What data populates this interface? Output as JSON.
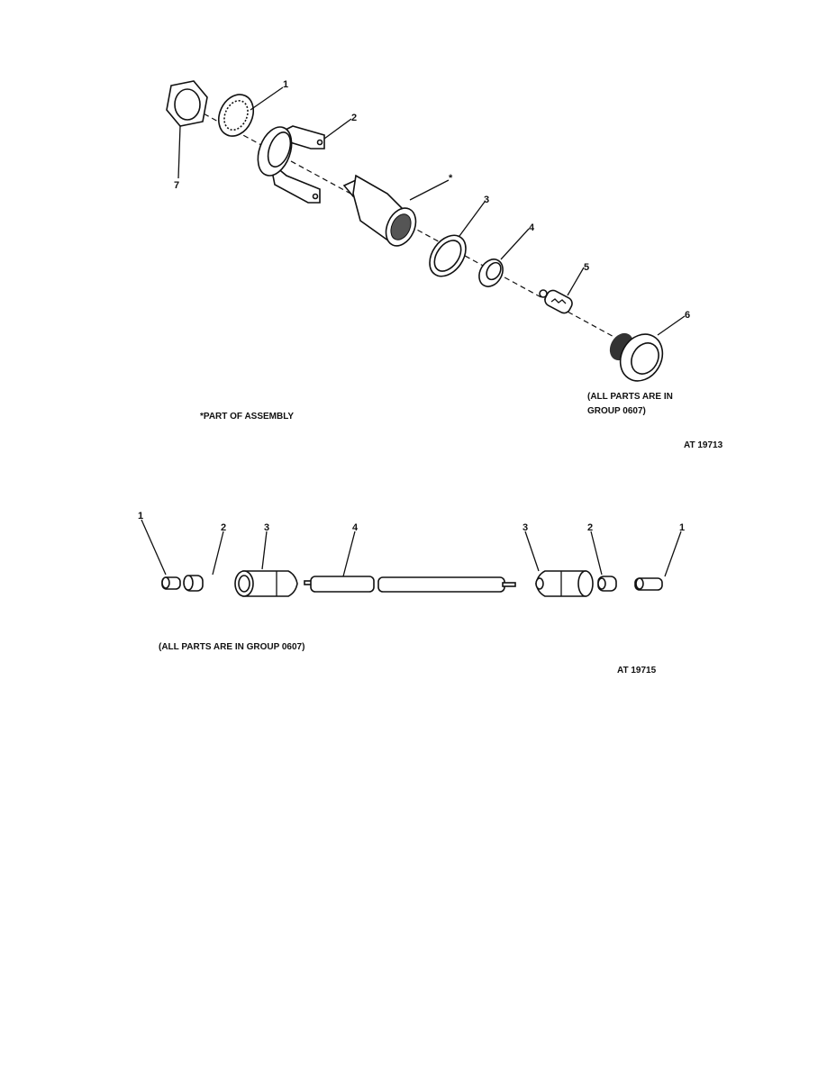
{
  "figure_top": {
    "callouts": {
      "c1": "1",
      "c2": "2",
      "c3": "3",
      "c4": "4",
      "c5": "5",
      "c6": "6",
      "c7": "7",
      "star": "*"
    },
    "note_assembly": "*PART OF ASSEMBLY",
    "note_group_line1": "(ALL PARTS ARE IN",
    "note_group_line2": "GROUP 0607)",
    "figure_id": "AT 19713"
  },
  "figure_bottom": {
    "callouts": {
      "l1": "1",
      "l2": "2",
      "l3": "3",
      "l4": "4",
      "r3": "3",
      "r2": "2",
      "r1": "1"
    },
    "note_group": "(ALL PARTS ARE IN GROUP 0607)",
    "figure_id": "AT 19715"
  }
}
